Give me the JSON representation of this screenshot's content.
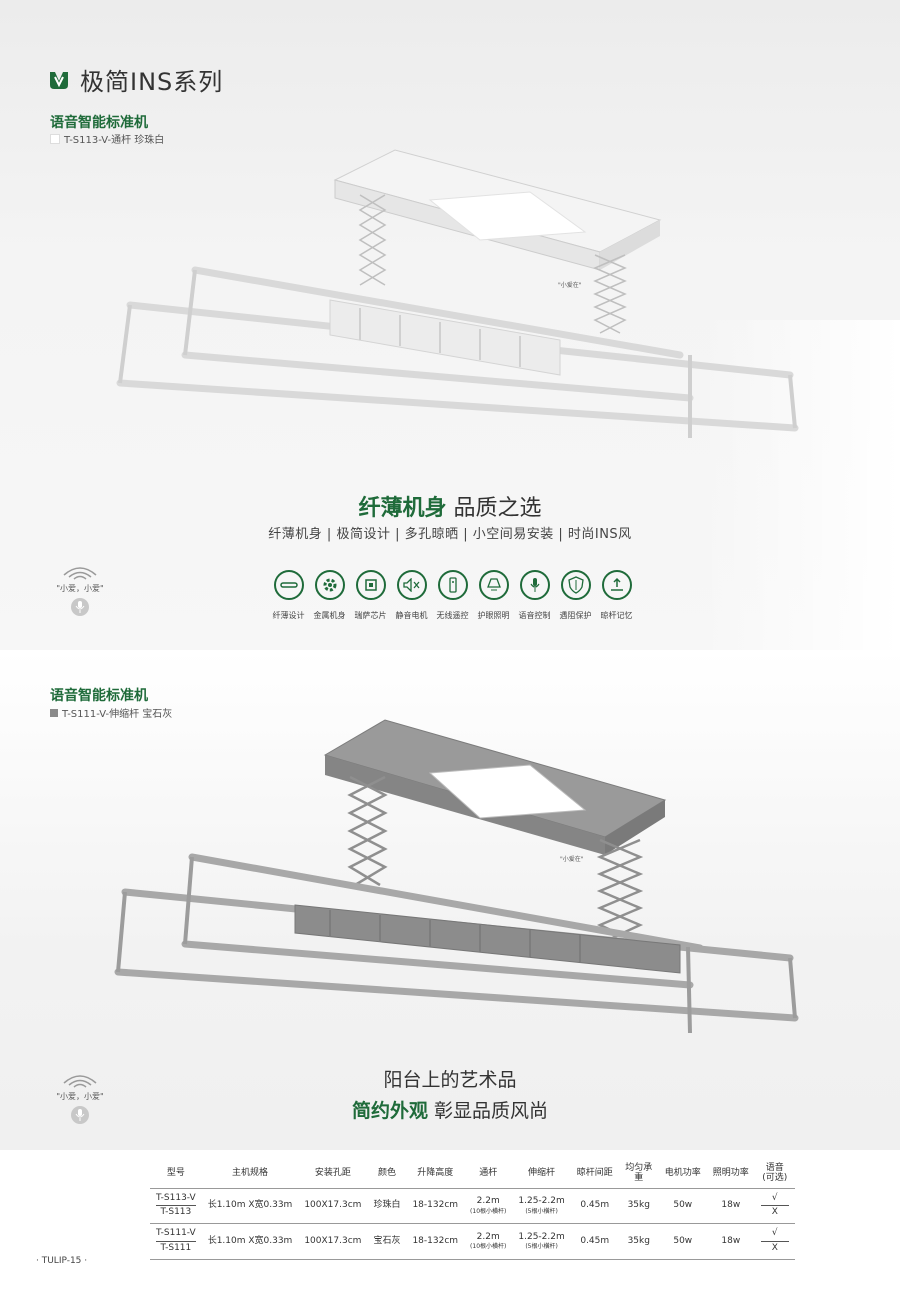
{
  "brand": {
    "title": "极简INS系列"
  },
  "product1": {
    "title": "语音智能标准机",
    "subtitle": "T-S113-V-通杆  珍珠白",
    "callout": "\"小爱在\"",
    "headline_green": "纤薄机身",
    "headline_rest": " 品质之选",
    "tagline": "纤薄机身 | 极简设计 | 多孔晾晒 | 小空间易安装 | 时尚INS风",
    "voice_label": "\"小爱，小爱\"",
    "features": [
      {
        "icon": "slim-bar-icon",
        "label": "纤薄设计"
      },
      {
        "icon": "gear-icon",
        "label": "金属机身"
      },
      {
        "icon": "chip-icon",
        "label": "瑞萨芯片"
      },
      {
        "icon": "mute-speaker-icon",
        "label": "静音电机"
      },
      {
        "icon": "remote-icon",
        "label": "无线遥控"
      },
      {
        "icon": "lamp-icon",
        "label": "护眼照明"
      },
      {
        "icon": "microphone-icon",
        "label": "语音控制"
      },
      {
        "icon": "shield-icon",
        "label": "遇阻保护"
      },
      {
        "icon": "memory-arrow-icon",
        "label": "晾杆记忆"
      }
    ]
  },
  "product2": {
    "title": "语音智能标准机",
    "subtitle": "T-S111-V-伸缩杆  宝石灰",
    "callout": "\"小爱在\"",
    "headline1": "阳台上的艺术品",
    "headline2_green": "简约外观",
    "headline2_rest": " 彰显品质风尚",
    "voice_label": "\"小爱，小爱\""
  },
  "table": {
    "headers": [
      "型号",
      "主机规格",
      "安装孔距",
      "颜色",
      "升降高度",
      "通杆",
      "伸缩杆",
      "晾杆间距",
      "均匀承重",
      "电机功率",
      "照明功率",
      "语音(可选)"
    ],
    "rows": [
      {
        "model_a": "T-S113-V",
        "model_b": "T-S113",
        "spec": "长1.10m X宽0.33m",
        "hole": "100X17.3cm",
        "color": "珍珠白",
        "lift": "18-132cm",
        "rod": "2.2m",
        "rod_note": "(10根小横杆)",
        "tele": "1.25-2.2m",
        "tele_note": "(5根小横杆)",
        "gap": "0.45m",
        "load": "35kg",
        "motor": "50w",
        "light": "18w",
        "voice_a": "√",
        "voice_b": "X"
      },
      {
        "model_a": "T-S111-V",
        "model_b": "T-S111",
        "spec": "长1.10m X宽0.33m",
        "hole": "100X17.3cm",
        "color": "宝石灰",
        "lift": "18-132cm",
        "rod": "2.2m",
        "rod_note": "(10根小横杆)",
        "tele": "1.25-2.2m",
        "tele_note": "(5根小横杆)",
        "gap": "0.45m",
        "load": "35kg",
        "motor": "50w",
        "light": "18w",
        "voice_a": "√",
        "voice_b": "X"
      }
    ]
  },
  "footer": {
    "page": "· TULIP-15 ·"
  },
  "colors": {
    "accent": "#1f6b3a",
    "pearl": "#e8e8e8",
    "gray": "#8a8a8a"
  }
}
